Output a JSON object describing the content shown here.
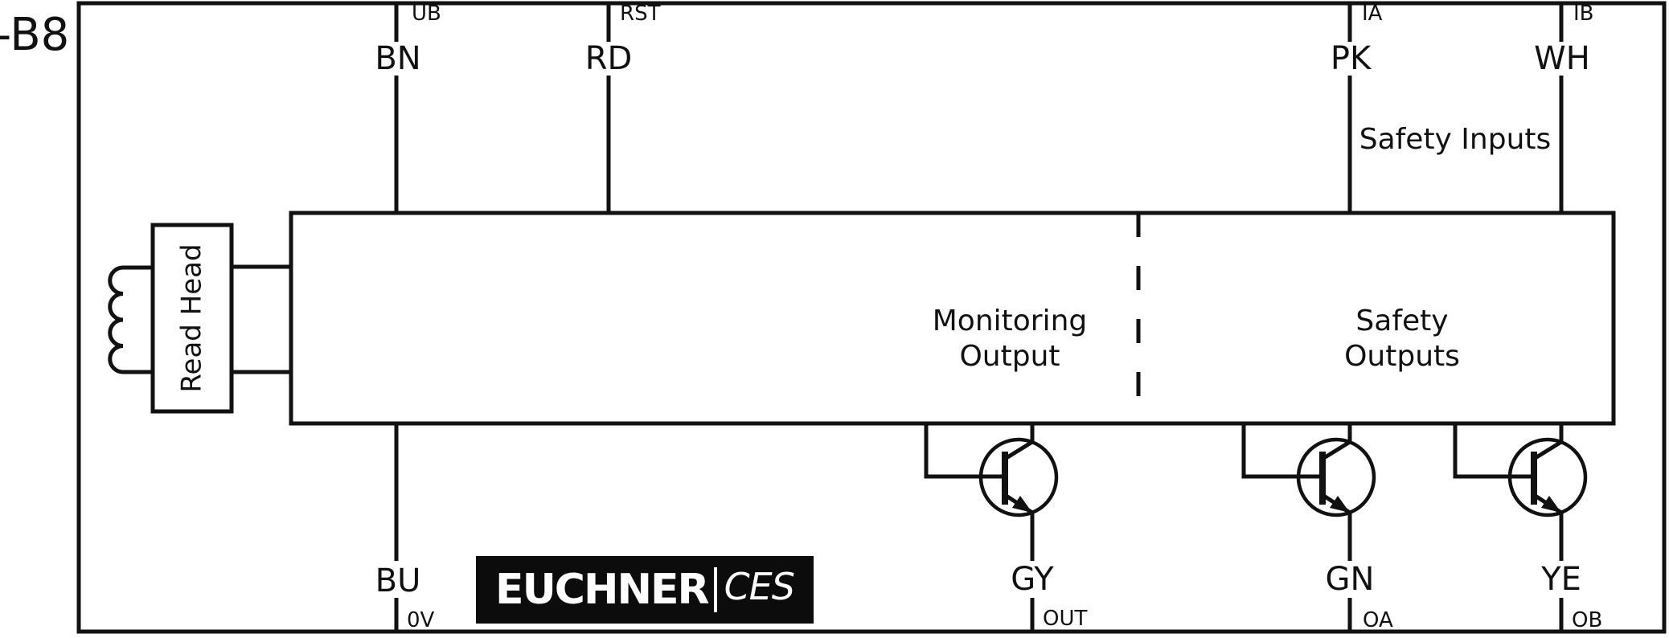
{
  "diagram": {
    "device_tag": "-B8",
    "read_head": {
      "label": "Read Head"
    },
    "safety_inputs_label": "Safety Inputs",
    "block_sections": {
      "monitoring_output_lines": [
        "Monitoring",
        "Output"
      ],
      "safety_outputs_lines": [
        "Safety",
        "Outputs"
      ]
    },
    "top_terminals": [
      {
        "pin": "UB",
        "wire_color": "BN"
      },
      {
        "pin": "RST",
        "wire_color": "RD"
      },
      {
        "pin": "IA",
        "wire_color": "PK"
      },
      {
        "pin": "IB",
        "wire_color": "WH"
      }
    ],
    "bottom_terminals": [
      {
        "pin": "0V",
        "wire_color": "BU"
      },
      {
        "pin": "OUT",
        "wire_color": "GY"
      },
      {
        "pin": "OA",
        "wire_color": "GN"
      },
      {
        "pin": "OB",
        "wire_color": "YE"
      }
    ],
    "logo": {
      "brand": "EUCHNER",
      "product": "CES"
    },
    "colors": {
      "line": "#111111",
      "background": "#ffffff",
      "logo_background": "#0c0c0c",
      "logo_text": "#ffffff"
    }
  }
}
